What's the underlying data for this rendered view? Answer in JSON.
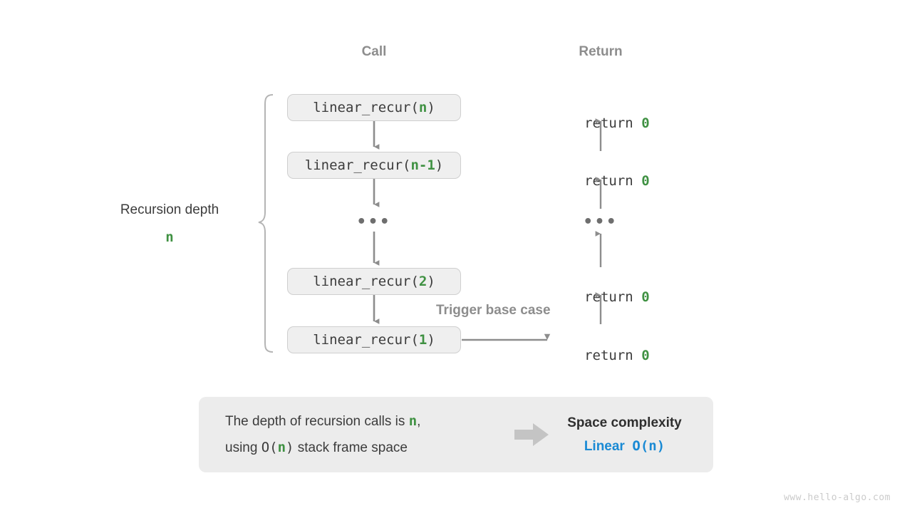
{
  "headers": {
    "call": "Call",
    "return": "Return"
  },
  "colors": {
    "accent_green": "#3f9142",
    "accent_blue": "#1a8ad4",
    "box_fill": "#efefef",
    "box_border": "#cfcfcf",
    "arrow_gray": "#8d8d8d",
    "text_dark": "#3c3c3c",
    "muted_gray": "#8d8d8d",
    "panel_fill": "#ececec"
  },
  "call_stack": [
    {
      "prefix": "linear_recur(",
      "arg": "n",
      "suffix": ")"
    },
    {
      "prefix": "linear_recur(",
      "arg": "n-1",
      "suffix": ")"
    },
    {
      "ellipsis": "•••"
    },
    {
      "prefix": "linear_recur(",
      "arg": "2",
      "suffix": ")"
    },
    {
      "prefix": "linear_recur(",
      "arg": "1",
      "suffix": ")"
    }
  ],
  "returns": [
    {
      "text": "return ",
      "value": "0"
    },
    {
      "text": "return ",
      "value": "0"
    },
    {
      "ellipsis": "•••"
    },
    {
      "text": "return ",
      "value": "0"
    },
    {
      "text": "return ",
      "value": "0"
    }
  ],
  "annotations": {
    "depth_label": "Recursion depth",
    "depth_value": "n",
    "trigger_label": "Trigger base case"
  },
  "summary": {
    "line1_before": "The depth of recursion calls is ",
    "line1_highlight": "n",
    "line1_after": ",",
    "line2_before": "using ",
    "line2_mono_open": "O(",
    "line2_highlight": "n",
    "line2_mono_close": ")",
    "line2_after": " stack frame space",
    "title": "Space complexity",
    "result_word": "Linear",
    "result_notation": "O(n)"
  },
  "watermark": "www.hello-algo.com"
}
